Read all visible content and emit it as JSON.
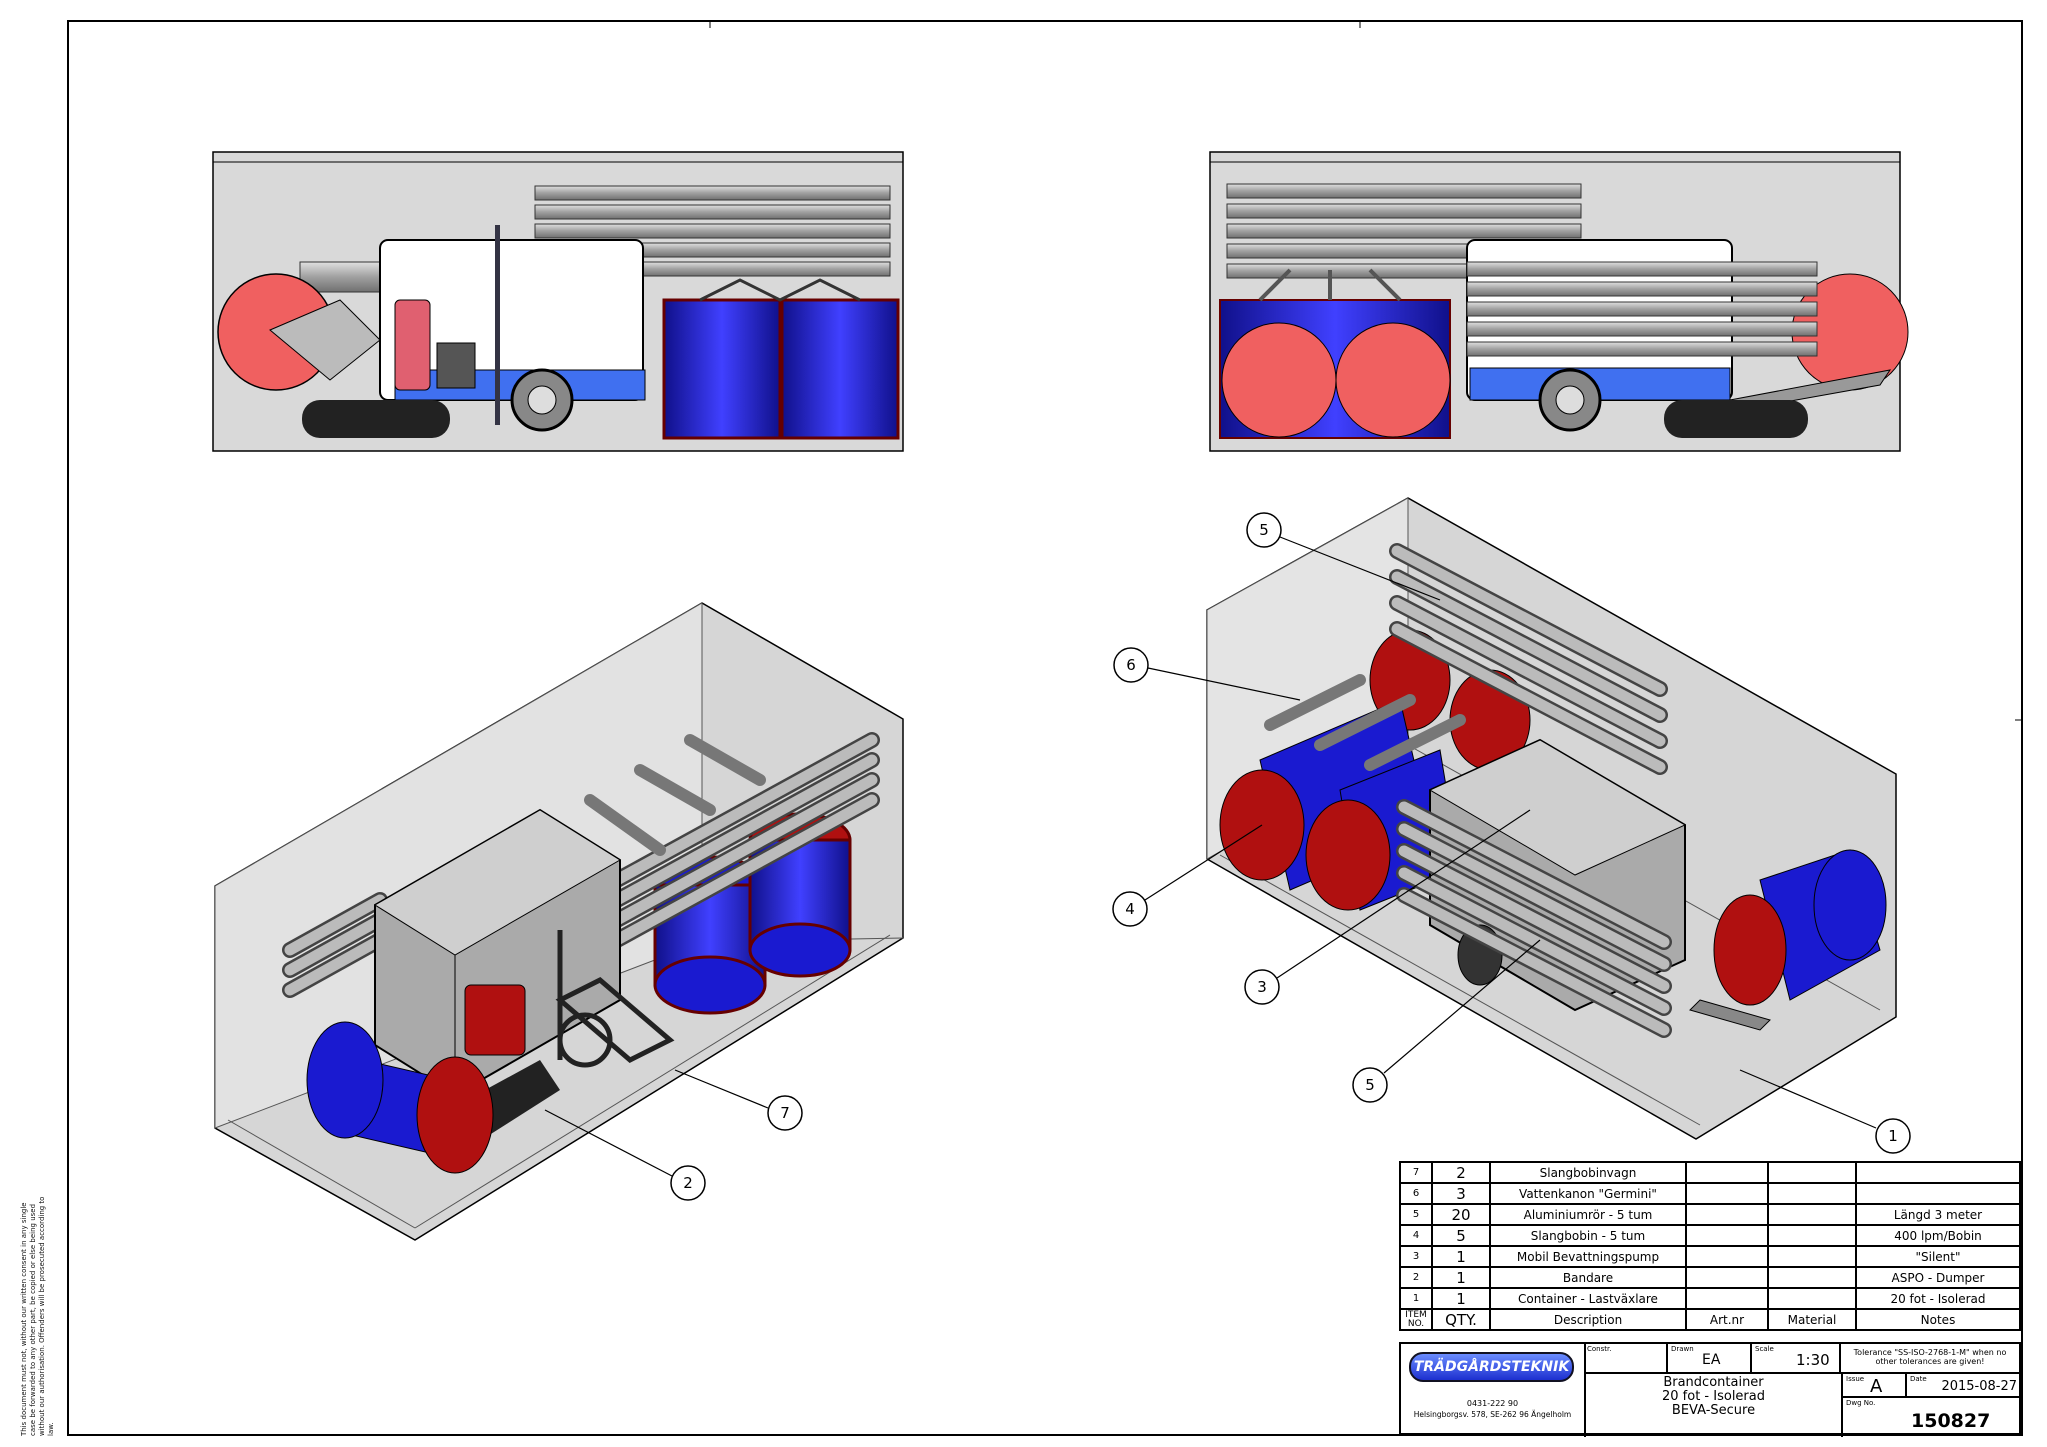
{
  "notice": "This document must not, without our written consent in any single case be forwarded to any other part, be copied or else being used without our authorisation. Offenders will be prosecuted according to law.",
  "balloons": {
    "b7": "7",
    "b2": "2",
    "b5a": "5",
    "b6": "6",
    "b4": "4",
    "b3": "3",
    "b5b": "5",
    "b1": "1"
  },
  "bom": {
    "rows": [
      {
        "no": "7",
        "qty": "2",
        "desc": "Slangbobinvagn",
        "art": "",
        "material": "",
        "notes": ""
      },
      {
        "no": "6",
        "qty": "3",
        "desc": "Vattenkanon \"Germini\"",
        "art": "",
        "material": "",
        "notes": ""
      },
      {
        "no": "5",
        "qty": "20",
        "desc": "Aluminiumrör - 5 tum",
        "art": "",
        "material": "",
        "notes": "Längd 3 meter"
      },
      {
        "no": "4",
        "qty": "5",
        "desc": "Slangbobin - 5 tum",
        "art": "",
        "material": "",
        "notes": "400 lpm/Bobin"
      },
      {
        "no": "3",
        "qty": "1",
        "desc": "Mobil Bevattningspump",
        "art": "",
        "material": "",
        "notes": "\"Silent\""
      },
      {
        "no": "2",
        "qty": "1",
        "desc": "Bandare",
        "art": "",
        "material": "",
        "notes": "ASPO - Dumper"
      },
      {
        "no": "1",
        "qty": "1",
        "desc": "Container - Lastväxlare",
        "art": "",
        "material": "",
        "notes": "20 fot - Isolerad"
      }
    ],
    "header": {
      "no": "ITEM NO.",
      "qty": "QTY.",
      "desc": "Description",
      "art": "Art.nr",
      "material": "Material",
      "notes": "Notes"
    }
  },
  "title_block": {
    "company": "TRÄDGÅRDSTEKNIK",
    "phone": "0431-222 90",
    "address": "Helsingborgsv. 578, SE-262 96 Ängelholm",
    "constr_label": "Constr.",
    "drawn_label": "Drawn",
    "drawn": "EA",
    "scale_label": "Scale",
    "scale": "1:30",
    "tolerance": "Tolerance \"SS-ISO-2768-1-M\" when no other tolerances are given!",
    "title_line1": "Brandcontainer",
    "title_line2": "20 fot - Isolerad",
    "title_line3": "BEVA-Secure",
    "issue_label": "Issue",
    "issue": "A",
    "date_label": "Date",
    "date": "2015-08-27",
    "dwg_label": "Dwg No.",
    "dwg": "150827"
  },
  "colors": {
    "drum_blue": "#1a1ad0",
    "drum_red": "#b01010",
    "reel_red": "#f06060",
    "pipe": "#b0b0b0",
    "container": "#d8d8d8"
  }
}
